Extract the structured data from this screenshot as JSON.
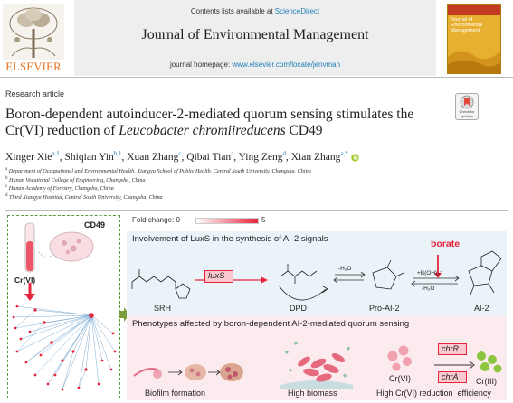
{
  "header": {
    "contents_text": "Contents lists available at",
    "contents_link": "ScienceDirect",
    "journal_title": "Journal of Environmental Management",
    "homepage_text": "journal homepage:",
    "homepage_link": "www.elsevier.com/locate/jenvman",
    "publisher": "ELSEVIER",
    "cover_title": "Journal of Environmental Management"
  },
  "article": {
    "type": "Research article",
    "title_line1": "Boron-dependent autoinducer-2-mediated quorum sensing stimulates the",
    "title_line2_pre": "Cr(VI) reduction of ",
    "title_line2_italic": "Leucobacter chromiireducens",
    "title_line2_post": " CD49",
    "check_updates": "Check for updates",
    "authors": [
      {
        "name": "Xinger Xie",
        "sup": "a,1"
      },
      {
        "name": "Shiqian Yin",
        "sup": "b,1"
      },
      {
        "name": "Xuan Zhang",
        "sup": "c"
      },
      {
        "name": "Qibai Tian",
        "sup": "a"
      },
      {
        "name": "Ying Zeng",
        "sup": "d"
      },
      {
        "name": "Xian Zhang",
        "sup": "a,*"
      }
    ],
    "affiliations": [
      {
        "sup": "a",
        "text": "Department of Occupational and Environmental Health, Xiangya School of Public Health, Central South University, Changsha, China"
      },
      {
        "sup": "b",
        "text": "Hunan Vocational College of Engineering, Changsha, China"
      },
      {
        "sup": "c",
        "text": "Hunan Academy of Forestry, Changsha, China"
      },
      {
        "sup": "d",
        "text": "Third Xiangya Hospital, Central South University, Changsha, China"
      }
    ]
  },
  "graphical_abstract": {
    "cd49": "CD49",
    "crvi_left": "Cr(VI)",
    "fold_label": "Fold change: 0",
    "fold_max": "5",
    "box1_title": "Involvement of LuxS in the synthesis of AI-2 signals",
    "borate": "borate",
    "luxs": "luxS",
    "h2o_1": "-H₂O",
    "boh4": "+B(OH)₄⁻",
    "h2o_2": "-H₂O",
    "srh": "SRH",
    "dpd": "DPD",
    "pro_ai2": "Pro-AI-2",
    "ai2": "AI-2",
    "box2_title": "Phenotypes affected by boron-dependent AI-2-mediated quorum sensing",
    "chrr": "chrR",
    "chra": "chrA",
    "crvi_2": "Cr(VI)",
    "criii": "Cr(III)",
    "biofilm": "Biofilm formation",
    "biomass": "High biomass",
    "reduction": "High Cr(VI) reduction  efficiency",
    "colors": {
      "accent_red": "#e8243c",
      "arrow_green": "#7a9a3c",
      "box_blue": "#eaf3f8",
      "box_pink": "#fcebee"
    }
  }
}
